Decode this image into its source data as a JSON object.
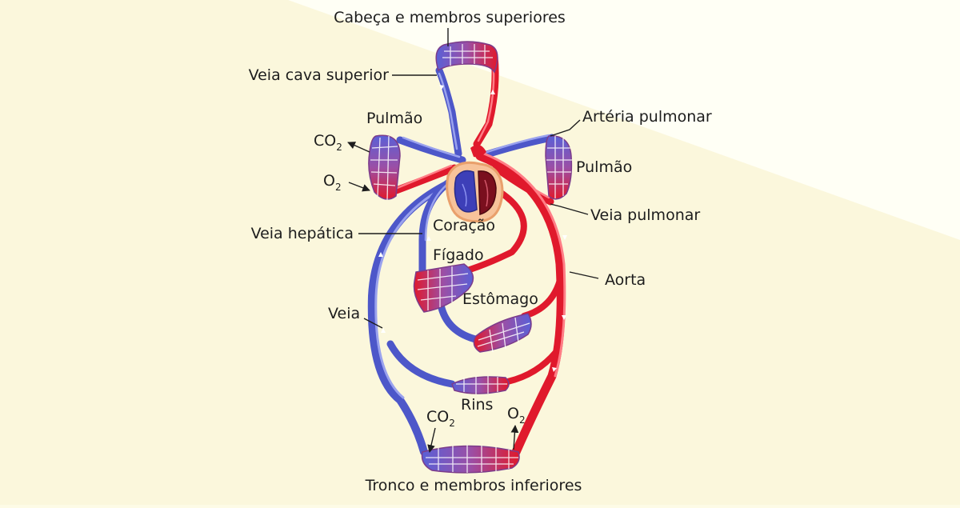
{
  "labels": {
    "head": "Cabeça e membros superiores",
    "superior_vena_cava": "Veia cava superior",
    "lung_left": "Pulmão",
    "lung_right": "Pulmão",
    "pulmonary_artery": "Artéria pulmonar",
    "pulmonary_vein": "Veia pulmonar",
    "co2_top": "CO",
    "co2_top_sub": "2",
    "o2_top": "O",
    "o2_top_sub": "2",
    "hepatic_vein": "Veia hepática",
    "heart": "Coração",
    "liver": "Fígado",
    "aorta": "Aorta",
    "stomach": "Estômago",
    "vein": "Veia",
    "kidneys": "Rins",
    "co2_bottom": "CO",
    "co2_bottom_sub": "2",
    "o2_bottom": "O",
    "o2_bottom_sub": "2",
    "trunk": "Tronco e membros inferiores"
  },
  "colors": {
    "background": "#fdfbe6",
    "oxygenated": "#e0192c",
    "deoxygenated": "#4d57c9",
    "heart_right": "#3d3fb8",
    "heart_left": "#7a0f1e"
  }
}
